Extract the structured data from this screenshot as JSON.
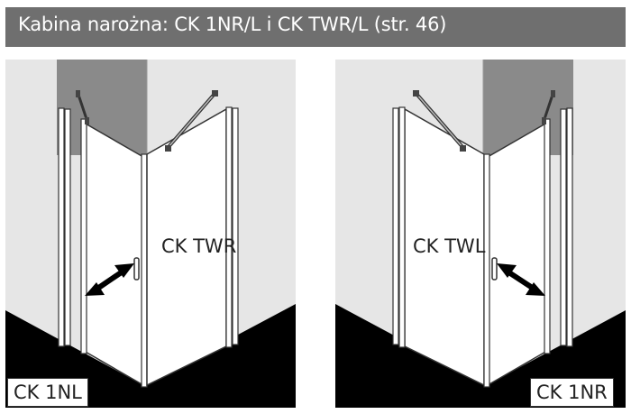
{
  "header": {
    "title": "Kabina narożna: CK 1NR/L i CK TWR/L (str. 46)"
  },
  "panels": [
    {
      "variant_label": "CK TWR",
      "model_label": "CK 1NL"
    },
    {
      "variant_label": "CK TWL",
      "model_label": "CK 1NR"
    }
  ],
  "colors": {
    "header_bg": "#6f6f6f",
    "wall_light": "#e6e6e6",
    "wall_dark": "#8a8a8a",
    "floor": "#000000",
    "line": "#333333"
  },
  "icons": [
    "double-arrow-icon",
    "door-handle-icon",
    "stabilizer-bar-icon"
  ]
}
